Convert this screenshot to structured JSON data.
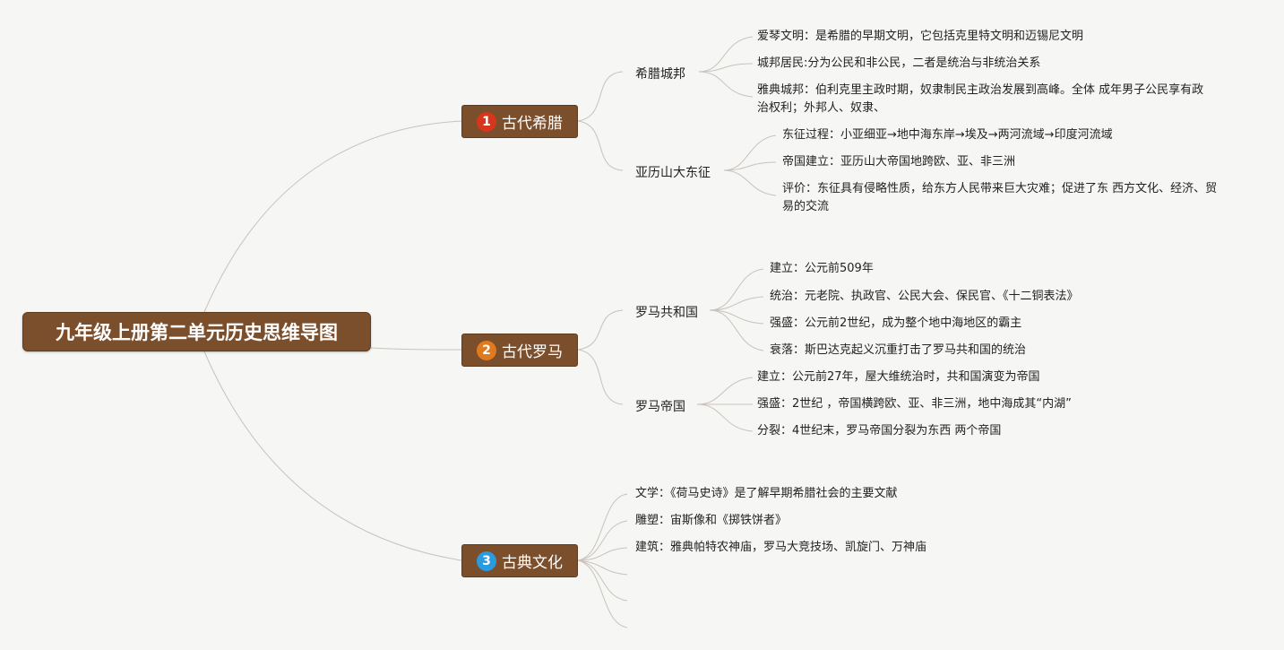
{
  "root": {
    "title": "九年级上册第二单元历史思维导图"
  },
  "branches": [
    {
      "number": "1",
      "badge_color": "#d8361c",
      "label": "古代希腊",
      "subs": [
        {
          "label": "希腊城邦",
          "items": [
            "爱琴文明：是希腊的早期文明，它包括克里特文明和迈锡尼文明",
            "城邦居民:分为公民和非公民，二者是统治与非统治关系",
            "雅典城邦：伯利克里主政时期，奴隶制民主政治发展到高峰。全体 成年男子公民享有政治权利；外邦人、奴隶、"
          ]
        },
        {
          "label": "亚历山大东征",
          "items": [
            "东征过程：小亚细亚→地中海东岸→埃及→两河流域→印度河流域",
            "帝国建立：亚历山大帝国地跨欧、亚、非三洲",
            "评价：东征具有侵略性质，给东方人民带来巨大灾难；促进了东 西方文化、经济、贸易的交流"
          ]
        }
      ]
    },
    {
      "number": "2",
      "badge_color": "#e07a1f",
      "label": "古代罗马",
      "subs": [
        {
          "label": "罗马共和国",
          "items": [
            "建立：公元前509年",
            "统治：元老院、执政官、公民大会、保民官、《十二铜表法》",
            "强盛：公元前2世纪，成为整个地中海地区的霸主",
            "衰落：斯巴达克起义沉重打击了罗马共和国的统治"
          ]
        },
        {
          "label": "罗马帝国",
          "items": [
            "建立：公元前27年，屋大维统治时，共和国演变为帝国",
            "强盛：2世纪 ，帝国横跨欧、亚、非三洲，地中海成其“内湖”",
            "分裂：4世纪末，罗马帝国分裂为东西 两个帝国"
          ]
        }
      ]
    },
    {
      "number": "3",
      "badge_color": "#2b9be0",
      "label": "古典文化",
      "items": [
        "文学：《荷马史诗》是了解早期希腊社会的主要文献",
        "雕塑：宙斯像和《掷铁饼者》",
        "建筑：雅典帕特农神庙，罗马大竞技场、凯旋门、万神庙"
      ]
    }
  ]
}
